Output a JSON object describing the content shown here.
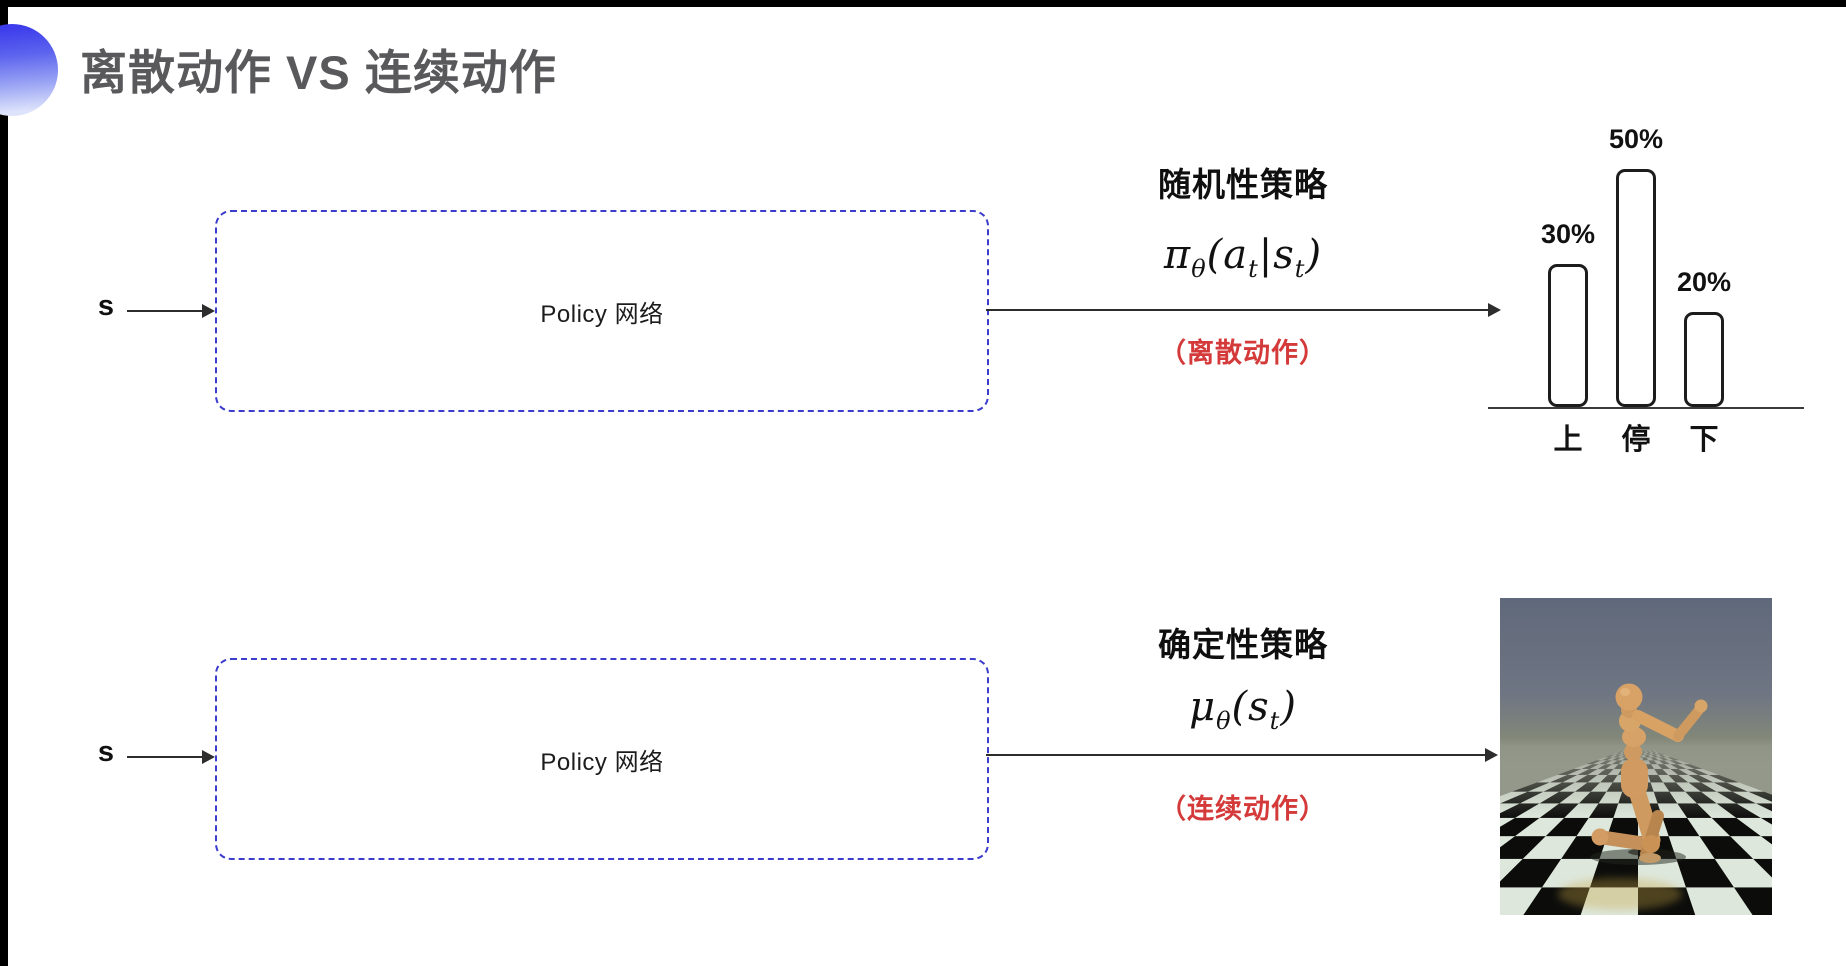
{
  "frame": {
    "background": "#ffffff",
    "edge_color": "#000000",
    "accent_color": "#3d3deb",
    "box_border_color": "#3c3ccd",
    "note_color": "#d43a3a",
    "title_color": "#59595c"
  },
  "header": {
    "title": "离散动作 VS 连续动作"
  },
  "rows": {
    "top": {
      "input_label": "s",
      "box_label": "Policy 网络",
      "policy_name": "随机性策略",
      "formula": {
        "lead": "π",
        "lead_sub": "θ",
        "frag1": "(a",
        "frag1_sub": "t",
        "frag2": "|s",
        "frag2_sub": "t",
        "frag3": ")"
      },
      "action_note": "（离散动作）"
    },
    "bottom": {
      "input_label": "s",
      "box_label": "Policy 网络",
      "policy_name": "确定性策略",
      "formula": {
        "lead": "μ",
        "lead_sub": "θ",
        "frag1": "(s",
        "frag1_sub": "t",
        "frag3": ")"
      },
      "action_note": "（连续动作）"
    }
  },
  "chart_data": {
    "type": "bar",
    "categories": [
      "上",
      "停",
      "下"
    ],
    "values": [
      30,
      50,
      20
    ],
    "value_labels": [
      "30%",
      "50%",
      "20%"
    ],
    "title": "",
    "xlabel": "",
    "ylabel": "",
    "ylim": [
      0,
      55
    ],
    "grid": false,
    "legend": false,
    "bar_fill": "#ffffff",
    "bar_stroke": "#1c1c1c"
  },
  "figures": {
    "sim_alt": "humanoid robot walking on checkerboard floor"
  }
}
